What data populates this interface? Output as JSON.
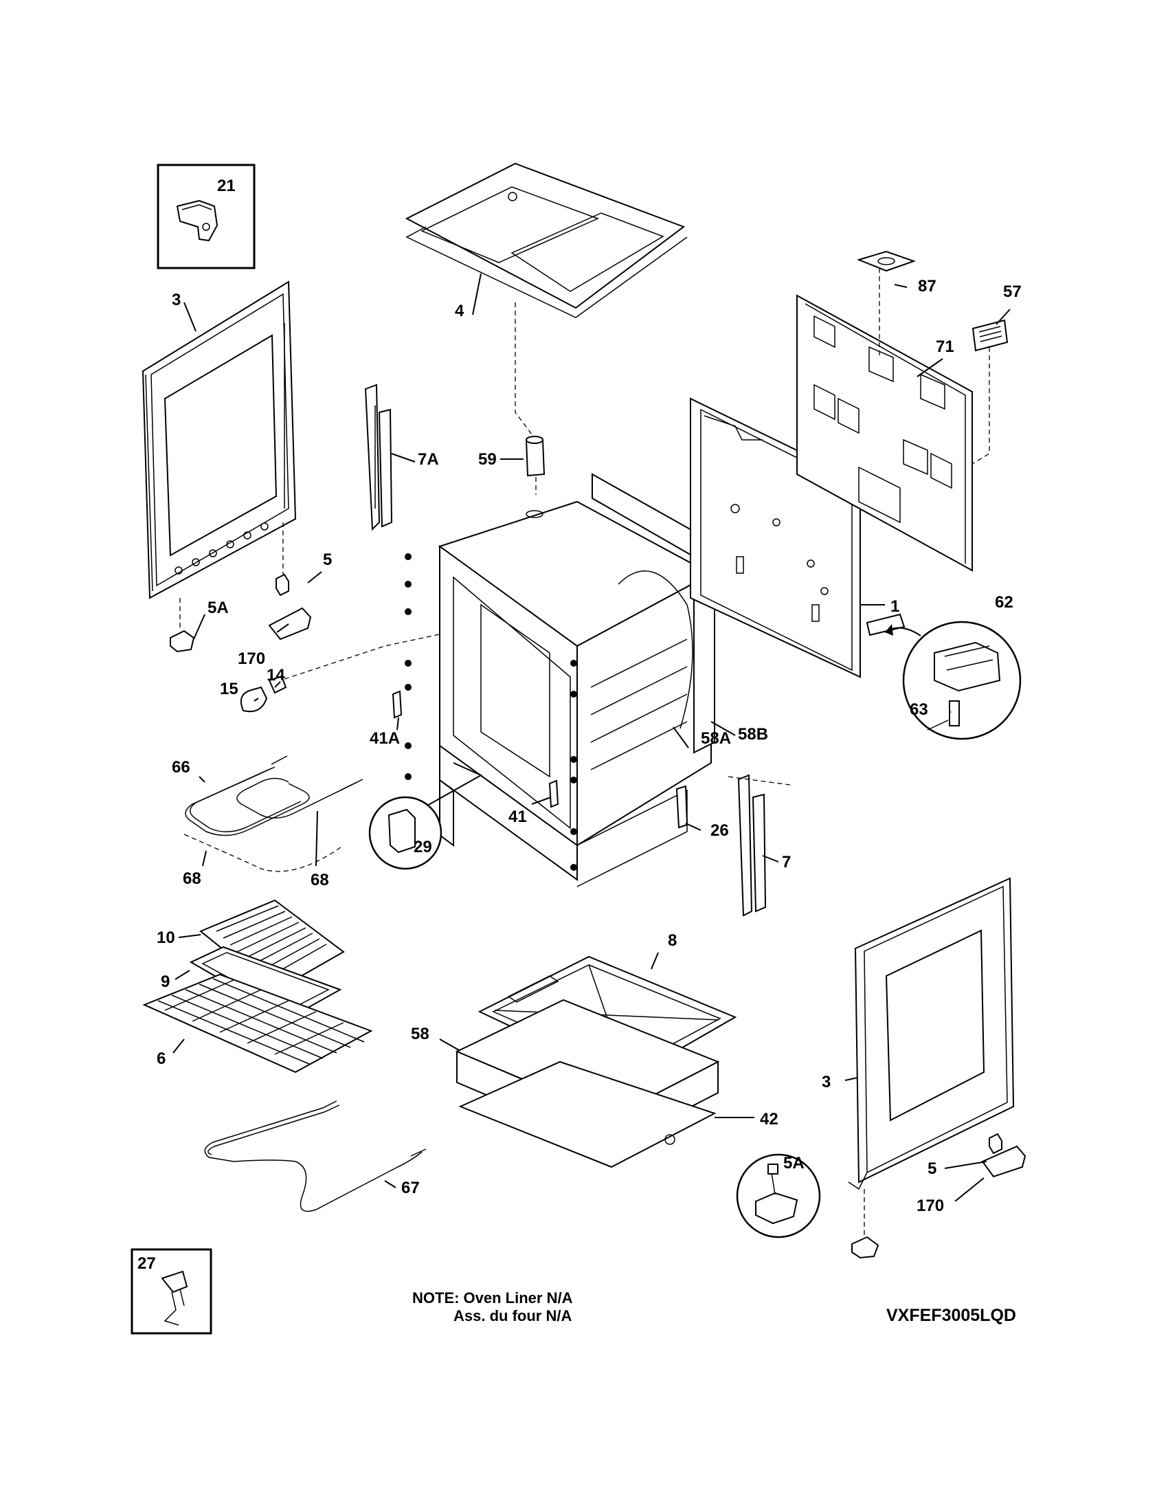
{
  "labels": {
    "p21": "21",
    "p3_left": "3",
    "p4": "4",
    "p87": "87",
    "p57": "57",
    "p71": "71",
    "p7A": "7A",
    "p59": "59",
    "p5_left": "5",
    "p5A_left": "5A",
    "p1": "1",
    "p62": "62",
    "p170_left": "170",
    "p14": "14",
    "p15": "15",
    "p63": "63",
    "p41A": "41A",
    "p58A": "58A",
    "p58B": "58B",
    "p66": "66",
    "p29": "29",
    "p41": "41",
    "p26": "26",
    "p68_right": "68",
    "p68_left": "68",
    "p7": "7",
    "p10": "10",
    "p8": "8",
    "p9": "9",
    "p58": "58",
    "p6": "6",
    "p3_right": "3",
    "p42": "42",
    "p5A_right": "5A",
    "p5_right": "5",
    "p67": "67",
    "p170_right": "170",
    "p27": "27"
  },
  "note": {
    "line1": "NOTE: Oven Liner N/A",
    "line2": "Ass. du four N/A"
  },
  "model": "VXFEF3005LQD"
}
